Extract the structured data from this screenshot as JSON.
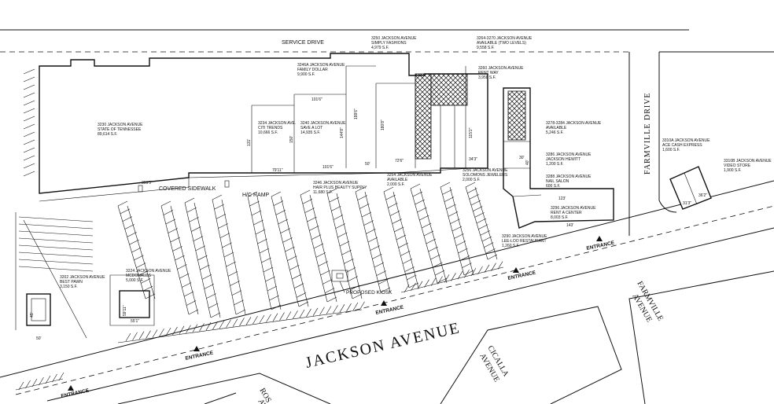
{
  "road_labels": {
    "service_drive": "SERVICE DRIVE",
    "farmville_drive": "FARMVILLE DRIVE",
    "jackson_avenue": "JACKSON AVENUE",
    "cicalla_line1": "CICALLA",
    "cicalla_line2": "AVENUE",
    "farmville_ave_line1": "FARMVILLE",
    "farmville_ave_line2": "AVENUE",
    "ros_line1": "ROS",
    "ros_line2": "AV"
  },
  "features": {
    "covered_sidewalk": "COVERED SIDEWALK",
    "hc_ramp": "H/C RAMP",
    "proposed_kiosk": "PROPOSED KIOSK",
    "entrance": "ENTRANCE"
  },
  "dimensions": {
    "d1": "399'3\"",
    "d2": "101'6\"",
    "d3": "101'6\"",
    "d4": "79'11\"",
    "d5": "50'",
    "d6": "72'6\"",
    "d7": "131'",
    "d8": "150'",
    "d9": "144'8\"",
    "d10": "199'6\"",
    "d11": "180'8\"",
    "d12": "115'2\"",
    "d13": "34'3\"",
    "d14": "123'",
    "d15": "143'",
    "d16": "30'",
    "d17": "40'",
    "d18": "59'11\"",
    "d19": "55'1\"",
    "d20": "50'",
    "d21": "45'",
    "d22": "36'2\"",
    "d23": "31'3\""
  },
  "tenants": [
    {
      "id": "t3230",
      "lines": [
        "3230 JACKSON AVENUE",
        "STATE OF TENNESSEE",
        "89,614 S.F."
      ]
    },
    {
      "id": "t3234",
      "lines": [
        "3234 JACKSON AVE.",
        "CITI TRENDS",
        "10,666 S.F."
      ]
    },
    {
      "id": "t3240",
      "lines": [
        "3240 JACKSON AVENUE",
        "SAVE A LOT",
        "14,935 S.F."
      ]
    },
    {
      "id": "t3246a",
      "lines": [
        "3246A JACKSON AVENUE",
        "FAMILY DOLLAR",
        "9,900 S.F."
      ]
    },
    {
      "id": "t3250",
      "lines": [
        "3250 JACKSON AVENUE",
        "SIMPLY FASHIONS",
        "4,979 S.F."
      ]
    },
    {
      "id": "t3264",
      "lines": [
        "3264-3270 JACKSON AVENUE",
        "AVAILABLE (TWO LEVELS)",
        "9,558 S.F."
      ]
    },
    {
      "id": "t3260",
      "lines": [
        "3260 JACKSON AVENUE",
        "RENT WAY",
        "3,958 S.F."
      ]
    },
    {
      "id": "t3278",
      "lines": [
        "3278-3284 JACKSON AVENUE",
        "AVAILABLE",
        "5,246 S.F."
      ]
    },
    {
      "id": "t3286",
      "lines": [
        "3286 JACKSON AVENUE",
        "JACKSON HEWITT",
        "1,200 S.F."
      ]
    },
    {
      "id": "t3288",
      "lines": [
        "3288 JACKSON AVENUE",
        "NAIL SALON",
        "600 S.F."
      ]
    },
    {
      "id": "t3296",
      "lines": [
        "3296 JACKSON AVENUE",
        "RENT A CENTER",
        "8,003 S.F."
      ]
    },
    {
      "id": "t3290",
      "lines": [
        "3290 JACKSON AVENUE",
        "LEE-LOO RESTAURANT",
        "1,260 S.F."
      ]
    },
    {
      "id": "t3256",
      "lines": [
        "3256 JACKSON AVENUE",
        "SOLOMONS JEWELERS",
        "2,000 S.F."
      ]
    },
    {
      "id": "t3254",
      "lines": [
        "3254 JACKSON AVENUE",
        "AVAILABLE",
        "2,000 S.F."
      ]
    },
    {
      "id": "t3246",
      "lines": [
        "3246 JACKSON AVENUE",
        "HAIR PLUS BEAUTY SUPPLY",
        "11,680 S.F."
      ]
    },
    {
      "id": "t3224",
      "lines": [
        "3224 JACKSON AVENUE",
        "MCDONALDS",
        "5,000 S.F."
      ]
    },
    {
      "id": "t3202",
      "lines": [
        "3202 JACKSON AVENUE",
        "BEST PAWN",
        "3,150 S.F."
      ]
    },
    {
      "id": "t3310a",
      "lines": [
        "3310A JACKSON AVENUE",
        "ACE CASH EXPRESS",
        "1,600 S.F."
      ]
    },
    {
      "id": "t3310b",
      "lines": [
        "3310B JACKSON AVENUE",
        "VIDEO STORE",
        "1,900 S.F."
      ]
    }
  ]
}
